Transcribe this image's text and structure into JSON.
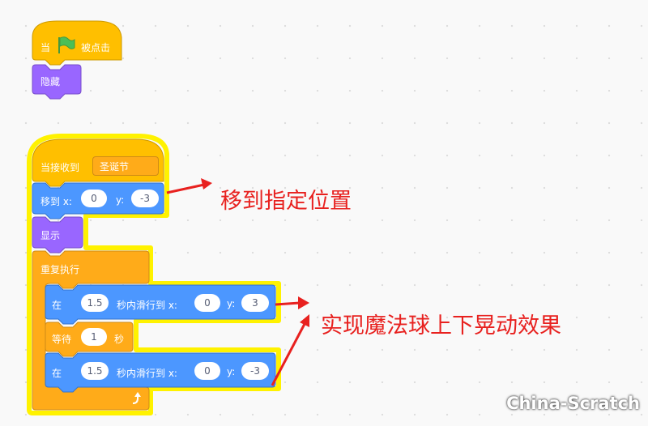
{
  "script1": {
    "hat_prefix": "当",
    "hat_suffix": "被点击",
    "hide_label": "隐藏"
  },
  "script2": {
    "receive_label": "当接收到",
    "message_value": "圣诞节",
    "goto_label": "移到 x:",
    "goto_x": "0",
    "goto_y_label": "y:",
    "goto_y": "-3",
    "show_label": "显示",
    "forever_label": "重复执行",
    "glide1": {
      "prefix": "在",
      "secs": "1.5",
      "mid": "秒内滑行到 x:",
      "x": "0",
      "y_label": "y:",
      "y": "3"
    },
    "wait": {
      "prefix": "等待",
      "secs": "1",
      "suffix": "秒"
    },
    "glide2": {
      "prefix": "在",
      "secs": "1.5",
      "mid": "秒内滑行到 x:",
      "x": "0",
      "y_label": "y:",
      "y": "-3"
    }
  },
  "annotations": {
    "goto_note": "移到指定位置",
    "bounce_note": "实现魔法球上下晃动效果"
  },
  "watermark": "China-Scratch",
  "colors": {
    "events": "#ffbf00",
    "looks": "#9966ff",
    "motion": "#4c97ff",
    "control": "#ffab19",
    "highlight": "#fff200",
    "annotation": "#e8211f"
  }
}
